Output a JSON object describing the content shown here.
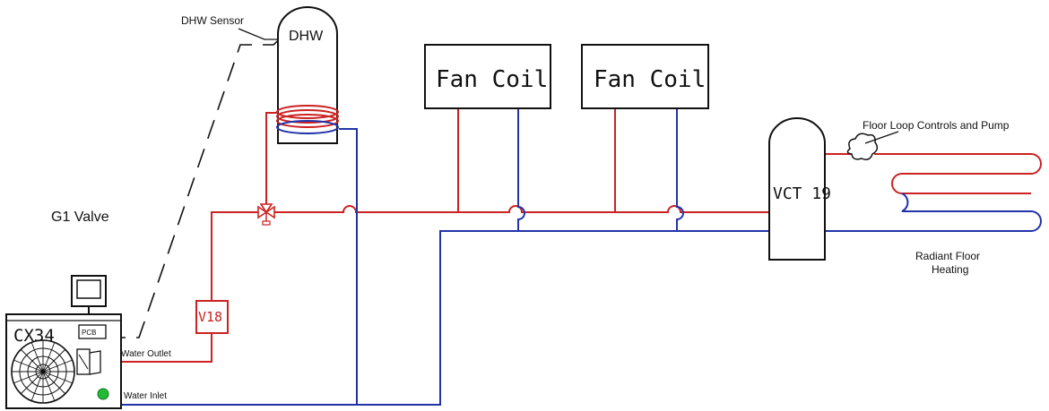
{
  "labels": {
    "dhw_sensor": "DHW Sensor",
    "dhw_tank": "DHW",
    "fan_coil_1": "Fan Coil",
    "fan_coil_2": "Fan Coil",
    "vct": "VCT 19",
    "floor_loop": "Floor Loop Controls and Pump",
    "g1_valve": "G1 Valve",
    "radiant_line1": "Radiant Floor",
    "radiant_line2": "Heating",
    "v18": "V18",
    "cx34": "CX34",
    "pcb": "PCB",
    "water_outlet": "Water Outlet",
    "water_inlet": "Water Inlet"
  },
  "colors": {
    "hot_pipe": "#cc2222",
    "cold_pipe": "#2233aa",
    "outline": "#111111",
    "pump": "#22bb33"
  }
}
